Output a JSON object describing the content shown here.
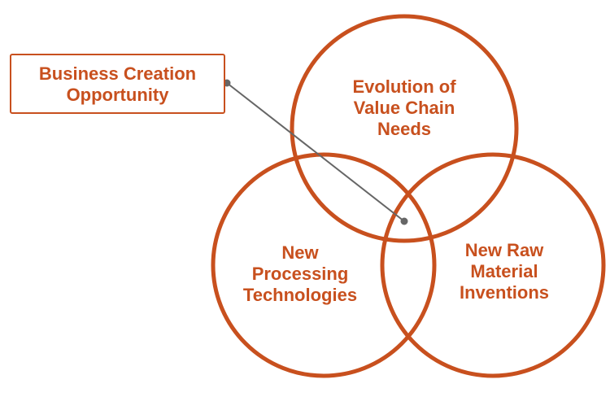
{
  "diagram": {
    "accent_color": "#c8501e",
    "connector_color": "#666666",
    "callout": {
      "lines": [
        "Business Creation",
        "Opportunity"
      ]
    },
    "circles": {
      "top": {
        "lines": [
          "Evolution of",
          "Value Chain",
          "Needs"
        ]
      },
      "left": {
        "lines": [
          "New",
          "Processing",
          "Technologies"
        ]
      },
      "right": {
        "lines": [
          "New Raw",
          "Material",
          "Inventions"
        ]
      }
    }
  }
}
